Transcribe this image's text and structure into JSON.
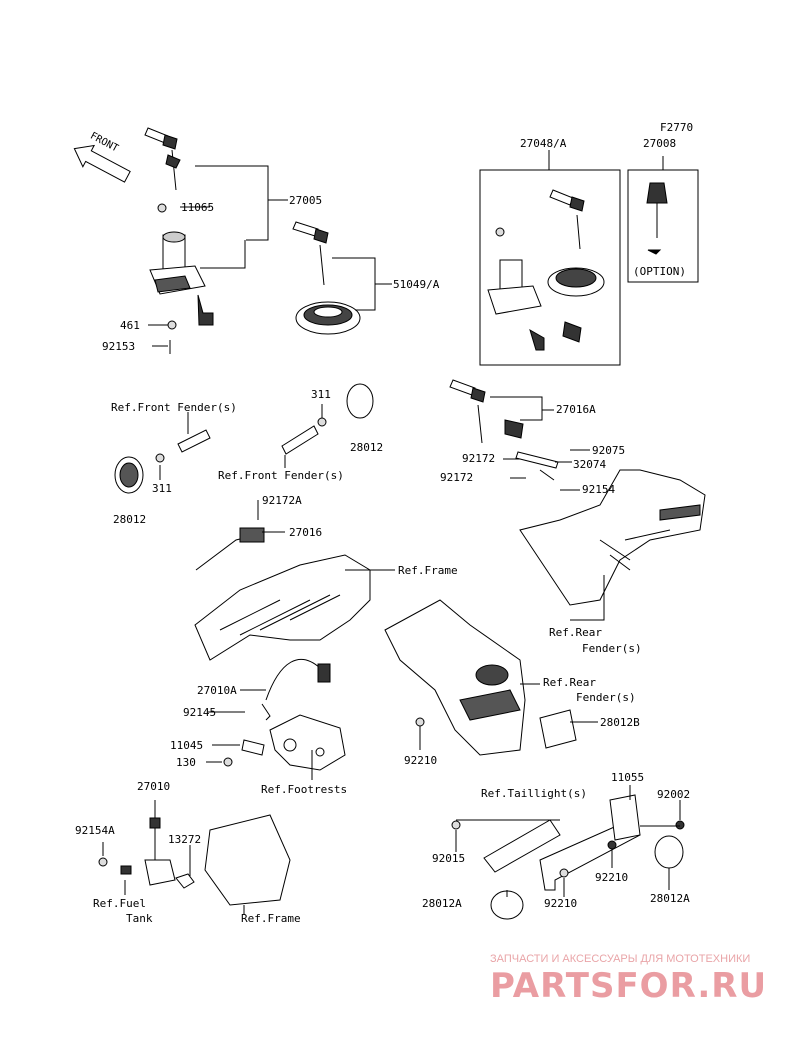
{
  "figure_code": "F2770",
  "front_arrow": "FRONT",
  "option_label": "(OPTION)",
  "parts": {
    "p27005": "27005",
    "p11065": "11065",
    "p461": "461",
    "p92153": "92153",
    "p51049A": "51049/A",
    "p27048A": "27048/A",
    "p27008": "27008",
    "p311a": "311",
    "p311b": "311",
    "p28012a": "28012",
    "p28012b": "28012",
    "p27016A": "27016A",
    "p92075": "92075",
    "p92172a": "92172",
    "p92172b": "92172",
    "p32074": "32074",
    "p92154": "92154",
    "p92172A": "92172A",
    "p27016": "27016",
    "p27010A": "27010A",
    "p92145": "92145",
    "p11045": "11045",
    "p130": "130",
    "p28012B": "28012B",
    "p92210a": "92210",
    "p27010": "27010",
    "p92154A": "92154A",
    "p13272": "13272",
    "p11055": "11055",
    "p92002": "92002",
    "p92015": "92015",
    "p92210b": "92210",
    "p28012A_a": "28012A",
    "p92210c": "92210",
    "p28012A_b": "28012A"
  },
  "refs": {
    "front_fender_a": "Ref.Front Fender(s)",
    "front_fender_b": "Ref.Front Fender(s)",
    "frame_a": "Ref.Frame",
    "rear_fender_a1": "Ref.Rear",
    "rear_fender_a2": "Fender(s)",
    "rear_fender_b1": "Ref.Rear",
    "rear_fender_b2": "Fender(s)",
    "footrests": "Ref.Footrests",
    "taillight": "Ref.Taillight(s)",
    "fuel_tank1": "Ref.Fuel",
    "fuel_tank2": "Tank",
    "frame_b": "Ref.Frame"
  },
  "watermark": {
    "tagline": "ЗАПЧАСТИ И АКСЕССУАРЫ ДЛЯ МОТОТЕХНИКИ",
    "brand": "PARTSFOR.RU",
    "color": "#ea9da2"
  }
}
